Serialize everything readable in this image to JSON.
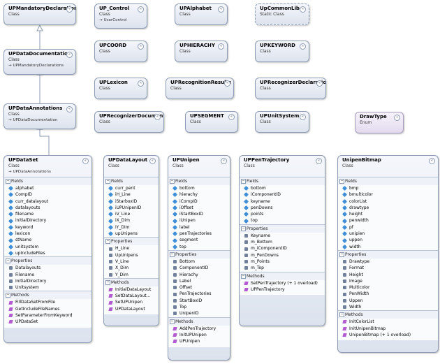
{
  "collapse_glyph": "«",
  "colors": {
    "box_border": "#8d9bb3",
    "field_icon": "#3f8fd8",
    "property_icon": "#6f7f9c",
    "method_icon": "#b25bd1"
  },
  "classes": {
    "UPMandatoryDeclarations": {
      "name": "UPMandatoryDeclarations",
      "kind": "Class"
    },
    "UP_Control": {
      "name": "UP_Control",
      "kind": "Class",
      "inherits": "→ UserControl"
    },
    "UPAlphabet": {
      "name": "UPAlphabet",
      "kind": "Class"
    },
    "UpCommonLib": {
      "name": "UpCommonLib",
      "kind": "Static Class"
    },
    "UPDataDocumentation": {
      "name": "UPDataDocumentation",
      "kind": "Class",
      "inherits": "→ UPMandatoryDeclarations"
    },
    "UPCOORD": {
      "name": "UPCOORD",
      "kind": "Class"
    },
    "UPHIERACHY": {
      "name": "UPHIERACHY",
      "kind": "Class"
    },
    "UPKEYWORD": {
      "name": "UPKEYWORD",
      "kind": "Class"
    },
    "UPLexicon": {
      "name": "UPLexicon",
      "kind": "Class"
    },
    "UPRecognitionResults": {
      "name": "UPRecognitionResults",
      "kind": "Class"
    },
    "UPRecognizerDeclarations": {
      "name": "UPRecognizerDeclarations",
      "kind": "Class"
    },
    "UPDataAnnotations": {
      "name": "UPDataAnnotations",
      "kind": "Class",
      "inherits": "→ UPDataDocumentation"
    },
    "UPRecognizerDocumentation": {
      "name": "UPRecognizerDocumentation",
      "kind": "Class"
    },
    "UPSEGMENT": {
      "name": "UPSEGMENT",
      "kind": "Class"
    },
    "UPUnitSystem": {
      "name": "UPUnitSystem",
      "kind": "Class"
    },
    "DrawType": {
      "name": "DrawType",
      "kind": "Enum"
    }
  },
  "detail": {
    "UPDataSet": {
      "name": "UPDataSet",
      "kind": "Class",
      "inherits": "→ UPDataAnnotations",
      "sections": [
        {
          "label": "Fields",
          "type": "field",
          "items": [
            "alphabet",
            "CompID",
            "curr_datalayout",
            "datalayouts",
            "filename",
            "initialDirectory",
            "keyword",
            "lexicon",
            "stName",
            "unitsystem",
            "upIncludeFiles"
          ]
        },
        {
          "label": "Properties",
          "type": "prop",
          "items": [
            "Datalayouts",
            "Filename",
            "InitialDirectory",
            "Unitsystem"
          ]
        },
        {
          "label": "Methods",
          "type": "method",
          "items": [
            "FillDataSetFromFile",
            "GetIncludeFileNames",
            "SetParameterFromKeyword",
            "UPDataSet"
          ]
        }
      ]
    },
    "UPDataLayout": {
      "name": "UPDataLayout",
      "kind": "Class",
      "sections": [
        {
          "label": "Fields",
          "type": "field",
          "items": [
            "curr_pent",
            "iH_Line",
            "iStarboxID",
            "iUPUnipenID",
            "iV_Line",
            "iX_Dim",
            "iY_Dim",
            "upUnipens"
          ]
        },
        {
          "label": "Properties",
          "type": "prop",
          "items": [
            "H_Line",
            "UpUnipens",
            "V_Line",
            "X_Dim",
            "Y_Dim"
          ]
        },
        {
          "label": "Methods",
          "type": "method",
          "items": [
            "InitialDataLayout",
            "SetDataLayout...",
            "SetUPUnipen",
            "UPDataLayout"
          ]
        }
      ]
    },
    "UPUnipen": {
      "name": "UPUnipen",
      "kind": "Class",
      "sections": [
        {
          "label": "Fields",
          "type": "field",
          "items": [
            "bottom",
            "hierachy",
            "iCompID",
            "iOffset",
            "iStartBoxID",
            "iUnipen",
            "label",
            "penTrajectories",
            "segment",
            "top"
          ]
        },
        {
          "label": "Properties",
          "type": "prop",
          "items": [
            "Bottom",
            "ComponentID",
            "Hierachy",
            "Label",
            "Offset",
            "PenTrajectories",
            "StartBoxID",
            "Top",
            "UnipenID"
          ]
        },
        {
          "label": "Methods",
          "type": "method",
          "items": [
            "AddPenTrajectory",
            "InitUPUnipen",
            "UPUnipen"
          ]
        }
      ]
    },
    "UPPenTrajectory": {
      "name": "UPPenTrajectory",
      "kind": "Class",
      "sections": [
        {
          "label": "Fields",
          "type": "field",
          "items": [
            "bottom",
            "iComponentID",
            "keyname",
            "penDowns",
            "points",
            "top"
          ]
        },
        {
          "label": "Properties",
          "type": "prop",
          "items": [
            "Keyname",
            "m_Bottom",
            "m_iComponentID",
            "m_PenDowns",
            "m_Points",
            "m_Top"
          ]
        },
        {
          "label": "Methods",
          "type": "method",
          "items": [
            "SetPenTrajectory (+ 1 overload)",
            "UPPenTrajectory"
          ]
        }
      ]
    },
    "UnipenBitmap": {
      "name": "UnipenBitmap",
      "kind": "Class",
      "sections": [
        {
          "label": "Fields",
          "type": "field",
          "items": [
            "bmp",
            "bmulticolor",
            "colorList",
            "drawtype",
            "height",
            "penwidth",
            "pf",
            "unipien",
            "uppen",
            "width"
          ]
        },
        {
          "label": "Properties",
          "type": "prop",
          "items": [
            "Drawtype",
            "Format",
            "Height",
            "Image",
            "Multicolor",
            "PenWidth",
            "Uppen",
            "Width"
          ]
        },
        {
          "label": "Methods",
          "type": "method",
          "items": [
            "InitColorList",
            "InitUnipenBitmap",
            "UnipenBitmap (+ 1 overload)"
          ]
        }
      ]
    }
  }
}
